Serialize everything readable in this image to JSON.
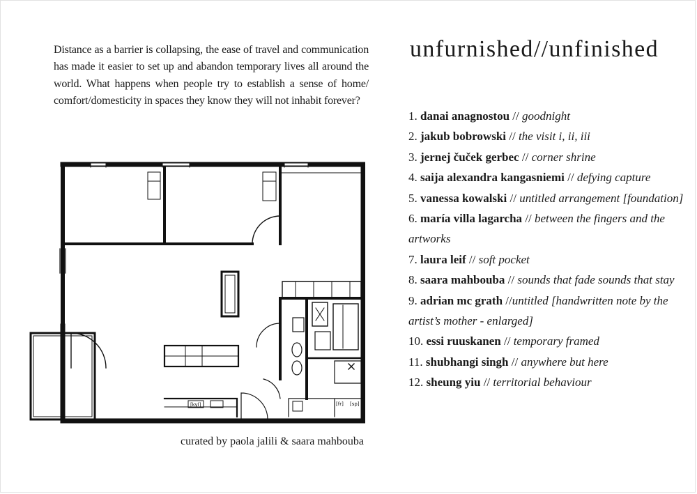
{
  "intro_text": "Distance as a barrier is collapsing, the ease of travel and communication has made it easier to set up and abandon temporary lives all around the world. What happens when people try to establish a sense of home/ comfort/domesticity in spaces they know they will not inhabit forever?",
  "title": "unfurnished//unfinished",
  "credit": "curated by paola jalili & saara mahbouba",
  "floorplan": {
    "labels": {
      "fridge": "[kyl]",
      "oven": "[sp]",
      "freezer": "[fr]"
    }
  },
  "works": [
    {
      "num": "1.",
      "artist": "danai anagnostou",
      "sep": " // ",
      "title": "goodnight"
    },
    {
      "num": "2.",
      "artist": "jakub bobrowski",
      "sep": " // ",
      "title": "the visit i, ii, iii"
    },
    {
      "num": "3.",
      "artist": "jernej čuček gerbec",
      "sep": " // ",
      "title": "corner shrine"
    },
    {
      "num": "4.",
      "artist": "saija alexandra kangasniemi",
      "sep": " // ",
      "title": "defying capture"
    },
    {
      "num": "5.",
      "artist": "vanessa kowalski",
      "sep": " // ",
      "title": "untitled arrangement [foundation]"
    },
    {
      "num": "6.",
      "artist": "maría villa lagarcha",
      "sep": " // ",
      "title": "between the fingers and the artworks"
    },
    {
      "num": "7.",
      "artist": "laura leif",
      "sep": " // ",
      "title": "soft pocket"
    },
    {
      "num": "8.",
      "artist": "saara mahbouba",
      "sep": " // ",
      "title": "sounds that fade sounds that stay"
    },
    {
      "num": "9.",
      "artist": "adrian mc grath",
      "sep": " //",
      "title": "untitled [handwritten note by the artist’s  mother - enlarged]"
    },
    {
      "num": "10.",
      "artist": "essi ruuskanen",
      "sep": "  // ",
      "title": "temporary framed"
    },
    {
      "num": "11.",
      "artist": "shubhangi singh",
      "sep": " // ",
      "title": "anywhere but here"
    },
    {
      "num": "12.",
      "artist": "sheung yiu",
      "sep": " // ",
      "title": "territorial behaviour"
    }
  ]
}
